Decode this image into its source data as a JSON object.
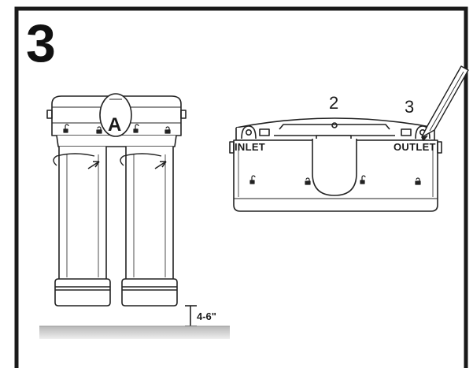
{
  "step_number": "3",
  "labels": {
    "cap_letter": "A",
    "port_2": "2",
    "port_3": "3",
    "inlet": "INLET",
    "outlet": "OUTLET",
    "clearance": "4-6\""
  },
  "colors": {
    "frame": "#1a1a1a",
    "line": "#222222",
    "floor": "#c9c9c9"
  }
}
